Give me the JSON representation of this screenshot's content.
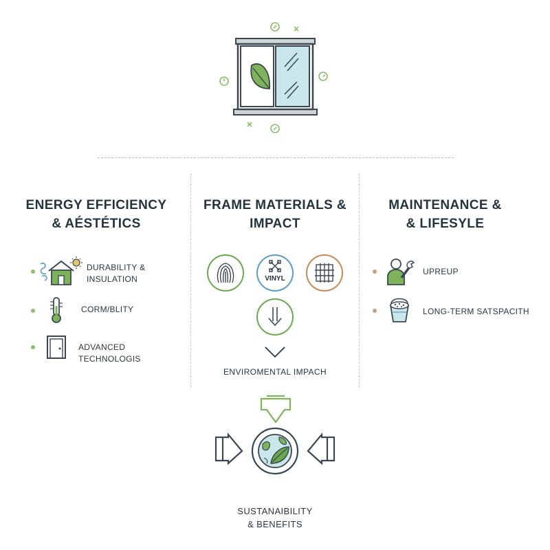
{
  "columns": [
    {
      "heading_line1": "ENERGY EFFICIENCY",
      "heading_line2": "& AÉSTÉTICS",
      "items": [
        {
          "label_line1": "DURABILITY &",
          "label_line2": "INSULATION",
          "icon": "house-sun-icon"
        },
        {
          "label_line1": "CORM/BLITY",
          "icon": "thermometer-icon"
        },
        {
          "label_line1": "ADVANCED TECHNOLOGIS",
          "icon": "door-icon"
        }
      ]
    },
    {
      "heading_line1": "FRAME MATERIALS &",
      "heading_line2": "IMPACT",
      "materials": [
        {
          "icon": "wood-grain-icon",
          "label": ""
        },
        {
          "icon": "vinyl-icon",
          "label": "VINYL"
        },
        {
          "icon": "aluminum-grid-icon",
          "label": ""
        }
      ],
      "impact_label": "ENVIROMENTAL IMPACH"
    },
    {
      "heading_line1": "MAINTENANCE &",
      "heading_line2": "& LIFESYLE",
      "items": [
        {
          "label_line1": "UPREUP",
          "icon": "worker-wrench-icon"
        },
        {
          "label_line1": "LONG-TERM SATSPACITH",
          "icon": "bucket-sponge-icon"
        }
      ]
    }
  ],
  "footer": {
    "label_line1": "SUSTANAIBILITY",
    "label_line2": "& BENEFITS",
    "icon": "globe-leaf-icon"
  },
  "colors": {
    "green": "#6aa84f",
    "light_green": "#8cbf6a",
    "dark": "#3a4750",
    "glass": "#c9e7ea",
    "orange": "#c68a54",
    "blue": "#5b9bc8",
    "bullet_green": "#8cbf6a",
    "bullet_orange": "#c8a07a"
  }
}
